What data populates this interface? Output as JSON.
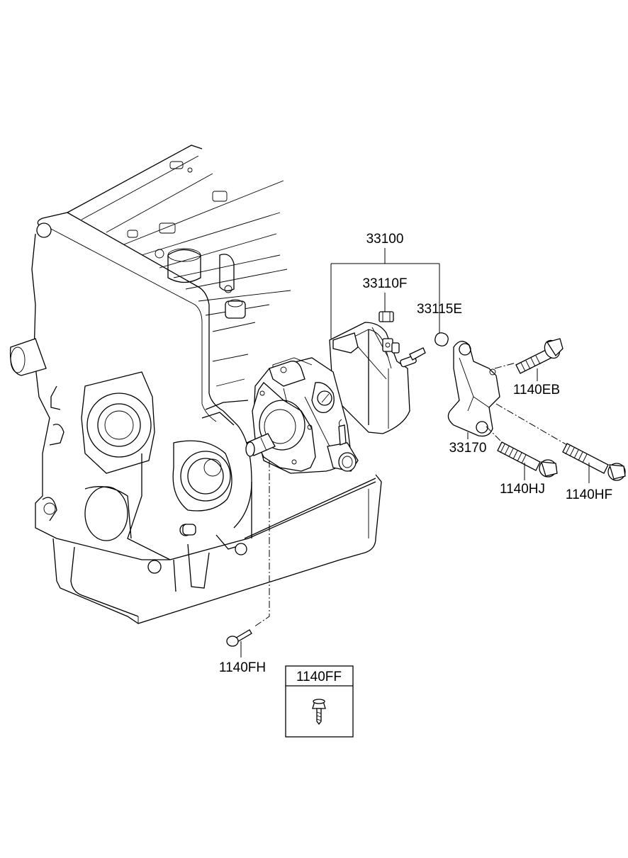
{
  "diagram": {
    "parts": {
      "assembly": "33100",
      "part_a": "33110F",
      "part_b": "33115E",
      "bracket": "33170",
      "bolt_top": "1140EB",
      "bolt_mid": "1140HJ",
      "bolt_long": "1140HF",
      "bolt_bottom": "1140FH"
    },
    "legend_box": {
      "label": "1140FF"
    }
  }
}
